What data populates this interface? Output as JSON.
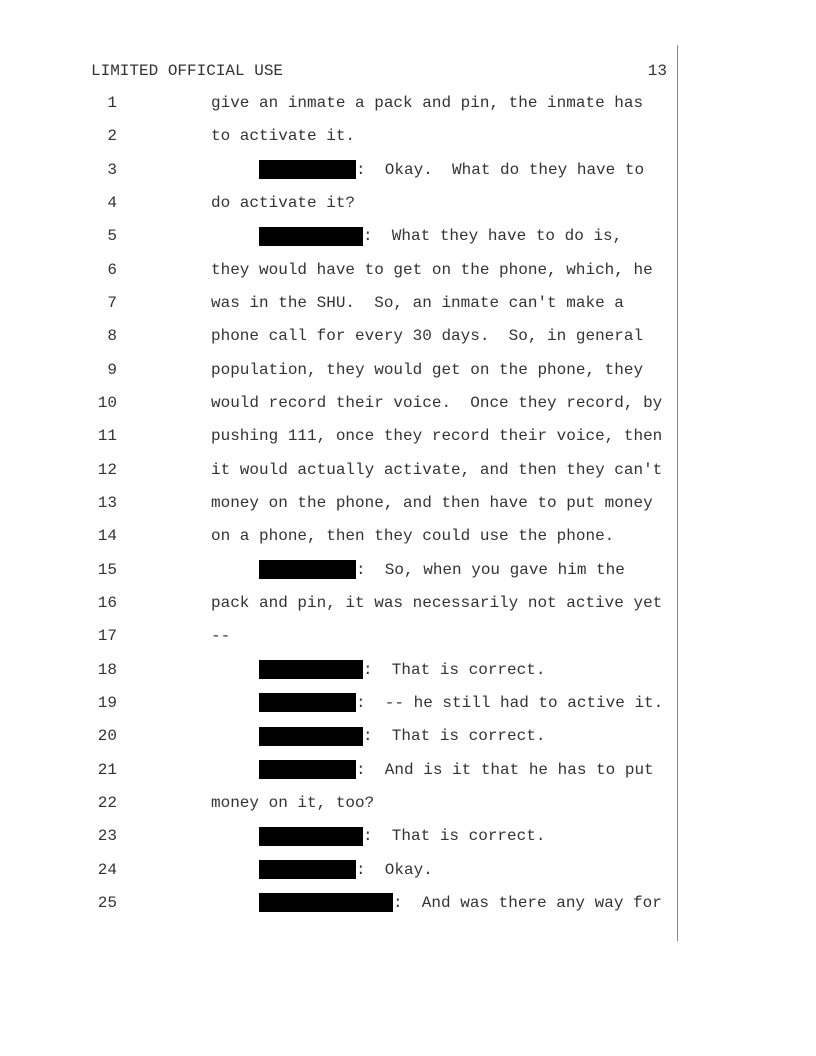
{
  "header": {
    "classification": "LIMITED OFFICIAL USE",
    "page_number": "13"
  },
  "lines": [
    {
      "n": "1",
      "text": "give an inmate a pack and pin, the inmate has"
    },
    {
      "n": "2",
      "text": "to activate it."
    },
    {
      "n": "3",
      "text": ":  Okay.  What do they have to"
    },
    {
      "n": "4",
      "text": "do activate it?"
    },
    {
      "n": "5",
      "text": ":  What they have to do is,"
    },
    {
      "n": "6",
      "text": "they would have to get on the phone, which, he"
    },
    {
      "n": "7",
      "text": "was in the SHU.  So, an inmate can't make a"
    },
    {
      "n": "8",
      "text": "phone call for every 30 days.  So, in general"
    },
    {
      "n": "9",
      "text": "population, they would get on the phone, they"
    },
    {
      "n": "10",
      "text": "would record their voice.  Once they record, by"
    },
    {
      "n": "11",
      "text": "pushing 111, once they record their voice, then"
    },
    {
      "n": "12",
      "text": "it would actually activate, and then they can't"
    },
    {
      "n": "13",
      "text": "money on the phone, and then have to put money"
    },
    {
      "n": "14",
      "text": "on a phone, then they could use the phone."
    },
    {
      "n": "15",
      "text": ":  So, when you gave him the"
    },
    {
      "n": "16",
      "text": "pack and pin, it was necessarily not active yet"
    },
    {
      "n": "17",
      "text": "--"
    },
    {
      "n": "18",
      "text": ":  That is correct."
    },
    {
      "n": "19",
      "text": ":  -- he still had to active it."
    },
    {
      "n": "20",
      "text": ":  That is correct."
    },
    {
      "n": "21",
      "text": ":  And is it that he has to put"
    },
    {
      "n": "22",
      "text": "money on it, too?"
    },
    {
      "n": "23",
      "text": ":  That is correct."
    },
    {
      "n": "24",
      "text": ":  Okay."
    },
    {
      "n": "25",
      "text": ":  And was there any way for"
    }
  ]
}
